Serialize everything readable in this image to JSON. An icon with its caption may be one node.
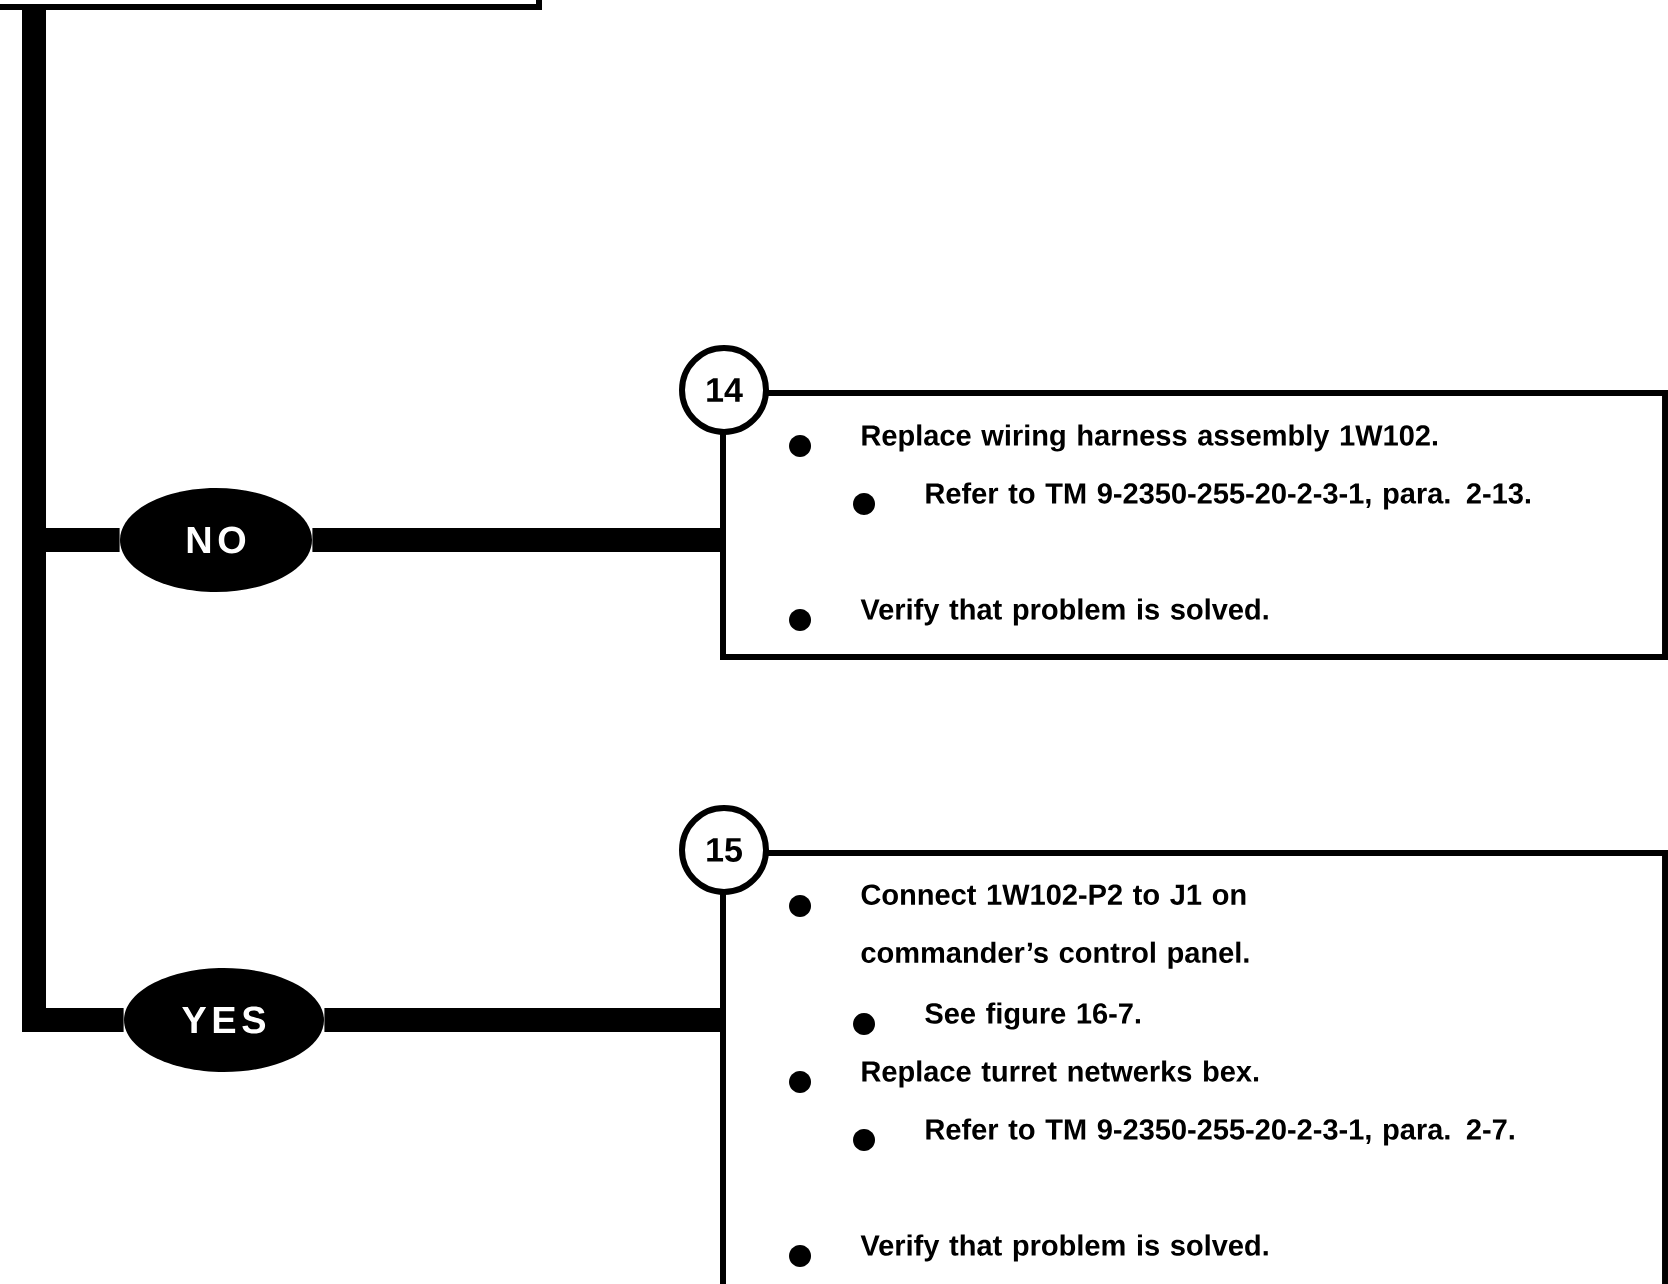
{
  "diagram": {
    "nodes": [
      {
        "text": [],
        "shape": "box"
      },
      {
        "text": [
          "NO"
        ]
      },
      {
        "text": [
          "14",
          "Replace wiring harness assembly 1W102.",
          "Refer to TM 9-2350-255-20-2-3-1, para. 2-13.",
          "Verify that problem is solved."
        ]
      },
      {
        "text": [
          "YES"
        ]
      },
      {
        "text": [
          "15",
          "Connect 1W102-P2 to J1 on commander’s control panel.",
          "See figure 16-7.",
          "Replace turret netwerks bex.",
          "Refer to TM 9-2350-255-20-2-3-1, para. 2-7.",
          "Verify that problem is solved."
        ]
      }
    ],
    "edges": [
      {
        "from": 0,
        "to": 1,
        "arrow": "none"
      },
      {
        "from": 1,
        "to": 2,
        "arrow": "none"
      },
      {
        "from": 0,
        "to": 3,
        "arrow": "none"
      },
      {
        "from": 3,
        "to": 4,
        "arrow": "none"
      }
    ]
  }
}
